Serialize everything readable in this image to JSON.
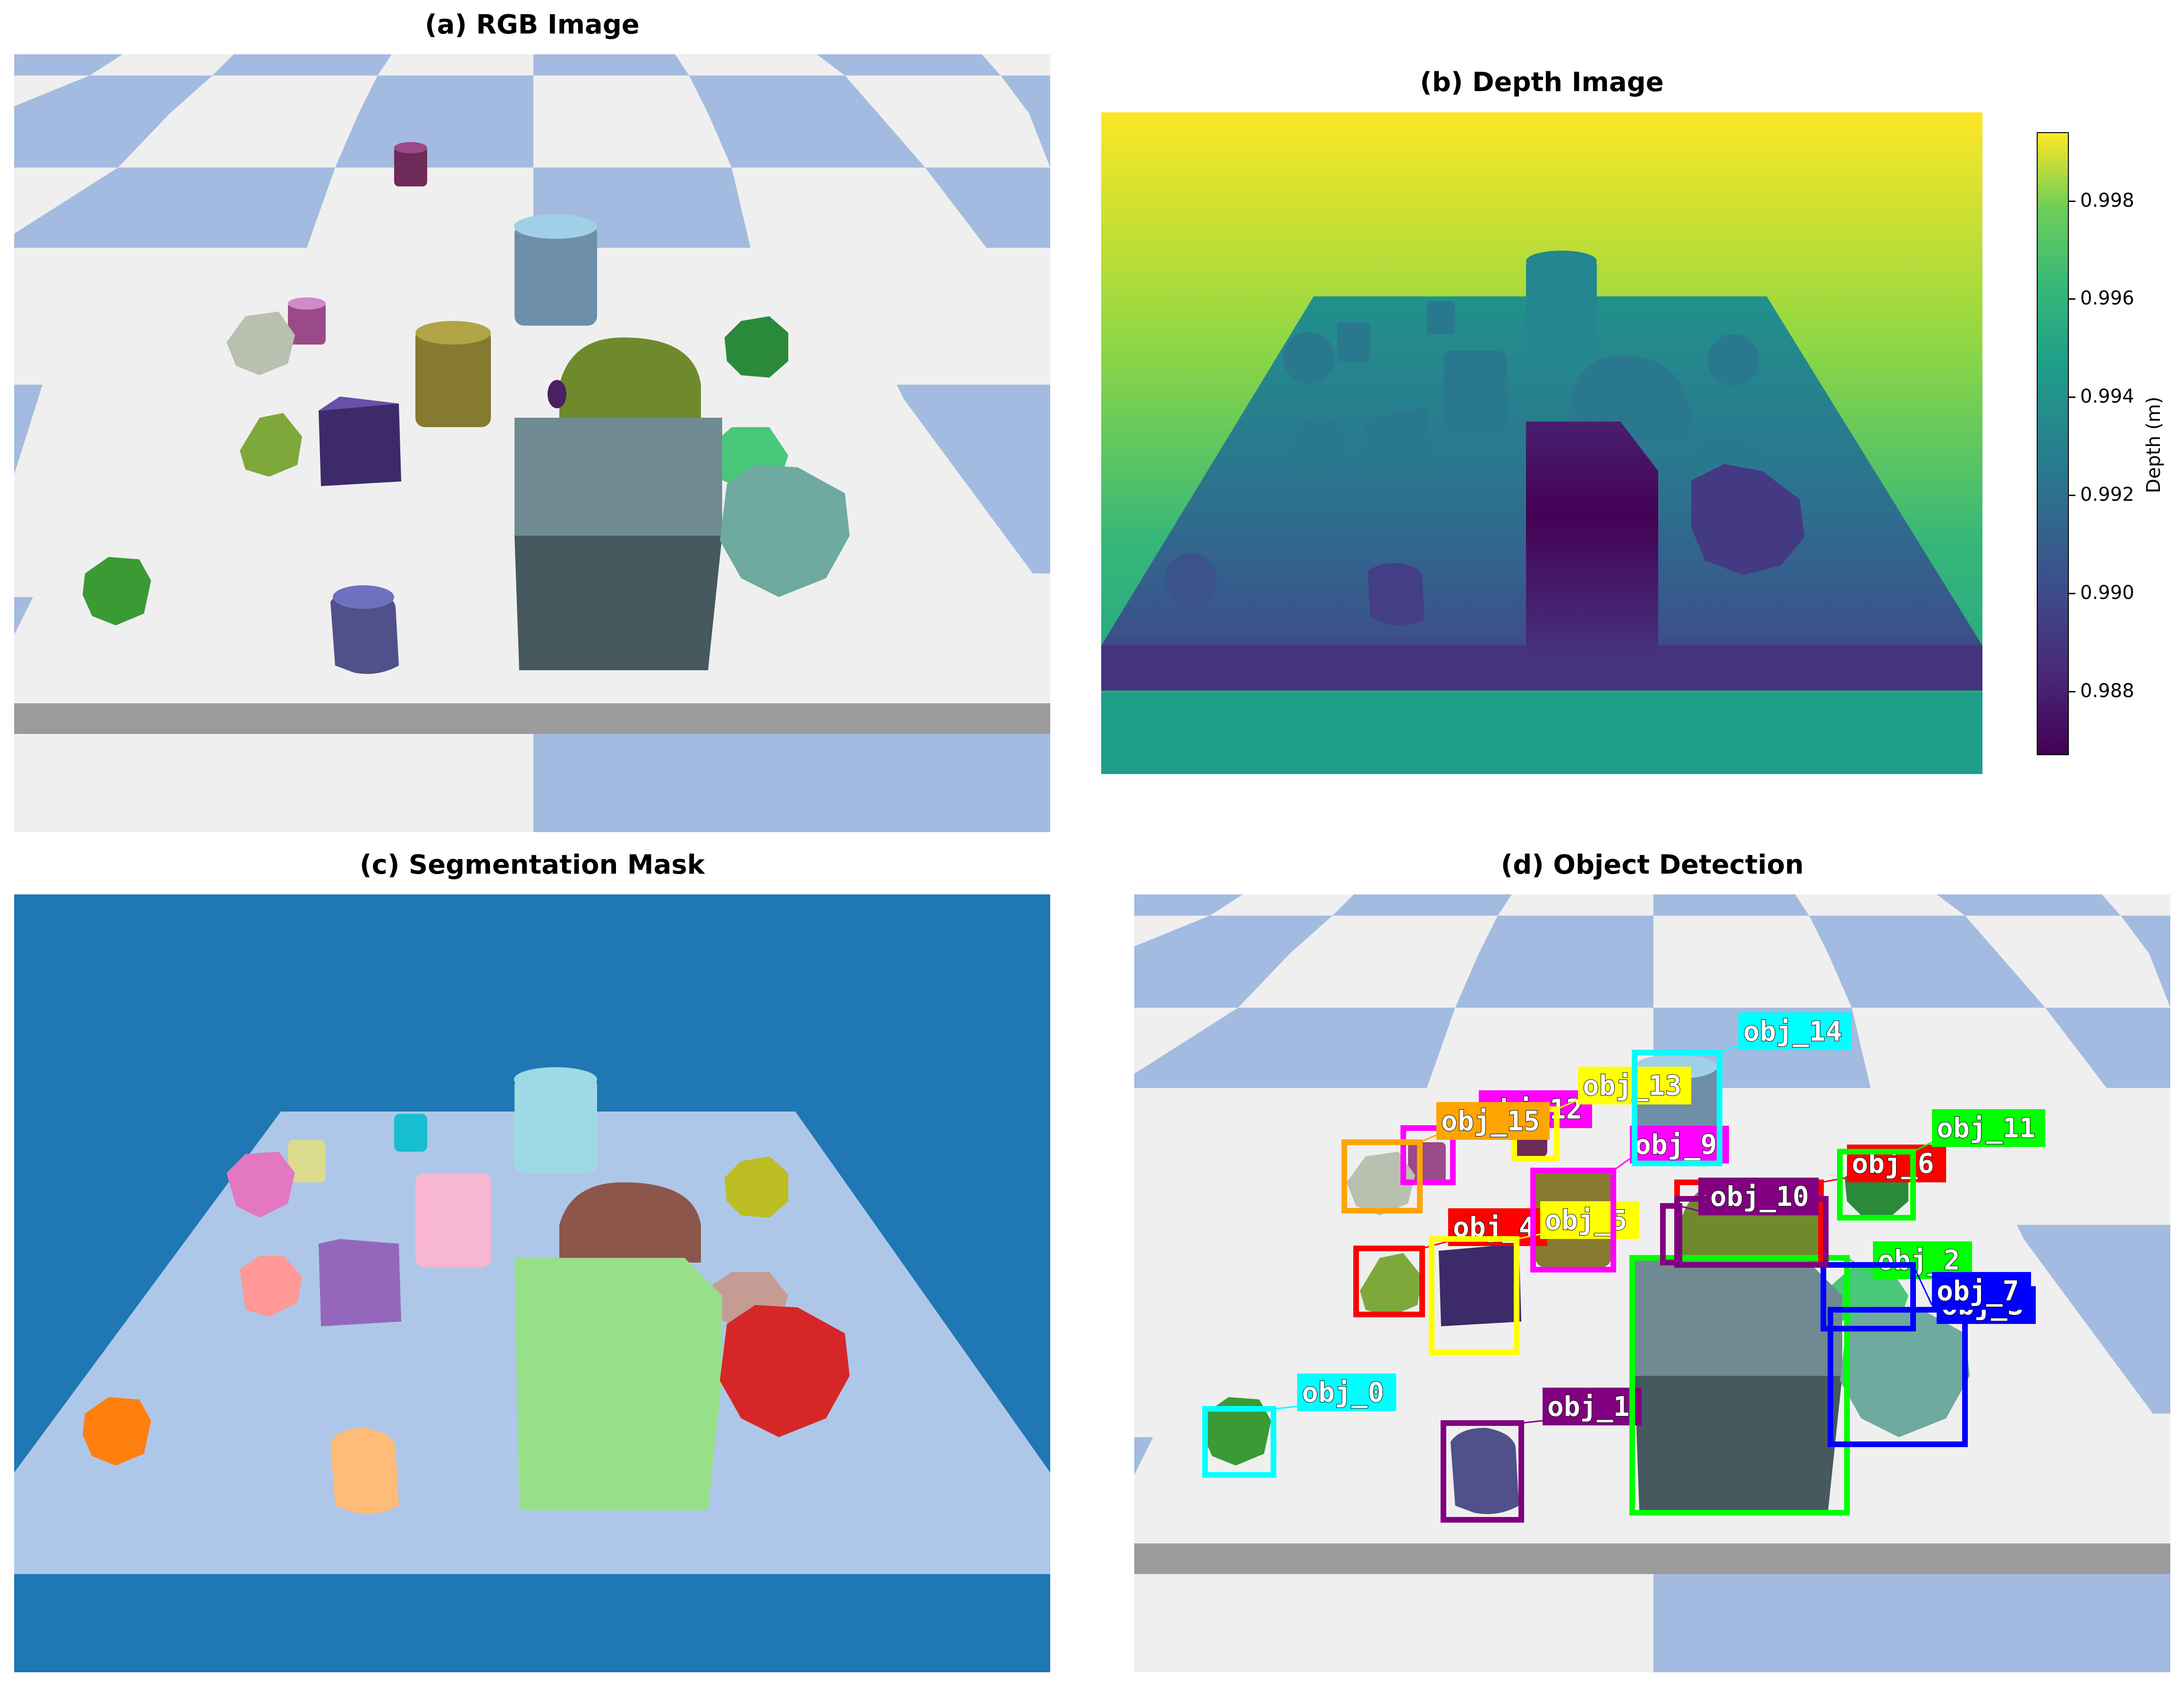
{
  "panels": {
    "rgb": {
      "title": "(a) RGB Image"
    },
    "depth": {
      "title": "(b) Depth Image"
    },
    "segmentation": {
      "title": "(c) Segmentation Mask"
    },
    "detection": {
      "title": "(d) Object Detection"
    }
  },
  "colorbar": {
    "label": "Depth (m)",
    "ticks": [
      "0.998",
      "0.996",
      "0.994",
      "0.992",
      "0.990",
      "0.988"
    ],
    "range": [
      0.9867,
      0.9994
    ],
    "colormap": "viridis"
  },
  "colors": {
    "floor_light": "#efefef",
    "floor_blue": "#a3bbe0",
    "table_top": "#efefef",
    "table_edge": "#9b9b9b",
    "mask_background": "#1f77b4",
    "mask_table": "#aec7e8"
  },
  "detections": [
    {
      "label": "obj_0",
      "color": "#00ffff"
    },
    {
      "label": "obj_1",
      "color": "#800080"
    },
    {
      "label": "obj_2",
      "color": "#00ff00"
    },
    {
      "label": "obj_3",
      "color": "#0000ff"
    },
    {
      "label": "obj_4",
      "color": "#ff0000"
    },
    {
      "label": "obj_5",
      "color": "#ffff00"
    },
    {
      "label": "obj_6",
      "color": "#ff0000"
    },
    {
      "label": "obj_7",
      "color": "#0000ff"
    },
    {
      "label": "obj_8",
      "color": "#800080"
    },
    {
      "label": "obj_9",
      "color": "#ff00ff"
    },
    {
      "label": "obj_10",
      "color": "#800080"
    },
    {
      "label": "obj_11",
      "color": "#00ff00"
    },
    {
      "label": "obj_12",
      "color": "#ff00ff"
    },
    {
      "label": "obj_13",
      "color": "#ffff00"
    },
    {
      "label": "obj_14",
      "color": "#00ffff"
    },
    {
      "label": "obj_15",
      "color": "#ffa500"
    }
  ]
}
